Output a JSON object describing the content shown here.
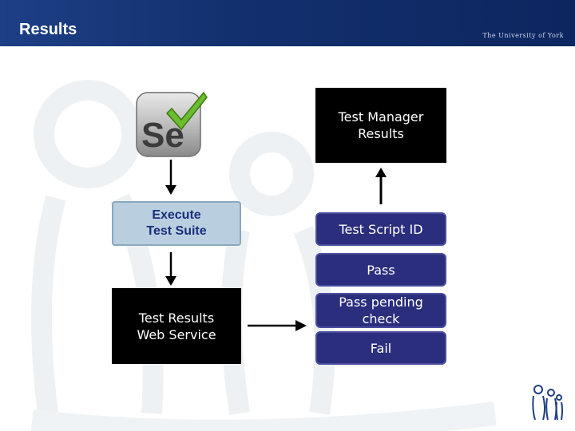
{
  "header": {
    "title": "Results",
    "logo_text": "The University of York"
  },
  "logo": {
    "selenium_text": "Se"
  },
  "diagram": {
    "execute_box": {
      "line1": "Execute",
      "line2": "Test Suite"
    },
    "web_service_box": {
      "line1": "Test Results",
      "line2": "Web Service"
    },
    "test_manager_box": {
      "line1": "Test Manager",
      "line2": "Results"
    },
    "result_fields": [
      {
        "label": "Test Script ID"
      },
      {
        "label": "Pass"
      },
      {
        "line1": "Pass pending",
        "line2": "check"
      },
      {
        "label": "Fail"
      }
    ]
  },
  "colors": {
    "header_bg": "#13306e",
    "field_bg": "#2b2d7d",
    "execute_bg": "#b9cfe0",
    "check_green": "#6dbb2f"
  }
}
